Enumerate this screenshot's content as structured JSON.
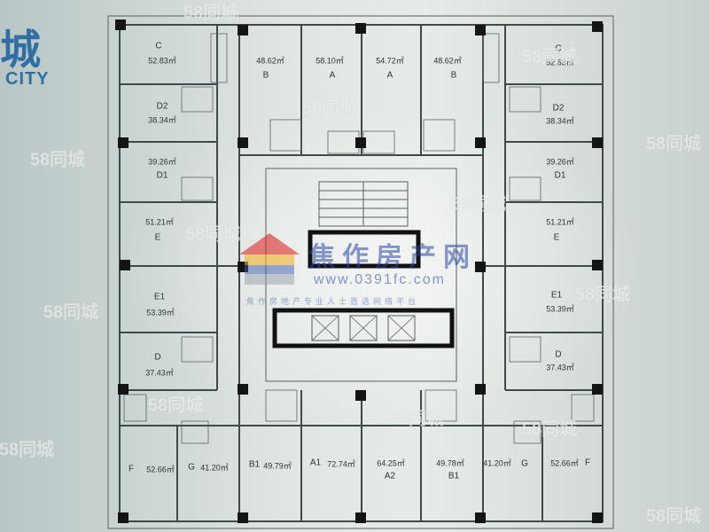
{
  "brand": {
    "char": "城",
    "city": "CITY"
  },
  "watermark": {
    "text": "58同城"
  },
  "logo": {
    "name": "焦作房产网",
    "site": "www.0391fc.com",
    "slogan": "焦作房地产专业人士首选网络平台"
  },
  "units": [
    {
      "name": "C",
      "area": "52.83㎡"
    },
    {
      "name": "B",
      "area": "48.62㎡"
    },
    {
      "name": "A",
      "area": "58.10㎡"
    },
    {
      "name": "A",
      "area": "54.72㎡"
    },
    {
      "name": "B",
      "area": "48.62㎡"
    },
    {
      "name": "C",
      "area": "52.83㎡"
    },
    {
      "name": "D2",
      "area": "38.34㎡"
    },
    {
      "name": "D2",
      "area": "38.34㎡"
    },
    {
      "name": "D1",
      "area": "39.26㎡"
    },
    {
      "name": "D1",
      "area": "39.26㎡"
    },
    {
      "name": "E",
      "area": "51.21㎡"
    },
    {
      "name": "E",
      "area": "51.21㎡"
    },
    {
      "name": "E1",
      "area": "53.39㎡"
    },
    {
      "name": "E1",
      "area": "53.39㎡"
    },
    {
      "name": "D",
      "area": "37.43㎡"
    },
    {
      "name": "D",
      "area": "37.43㎡"
    },
    {
      "name": "F",
      "area": "52.66㎡"
    },
    {
      "name": "G",
      "area": "41.20㎡"
    },
    {
      "name": "B1",
      "area": "49.79㎡"
    },
    {
      "name": "A1",
      "area": "72.74㎡"
    },
    {
      "name": "A2",
      "area": "64.25㎡"
    },
    {
      "name": "B1",
      "area": "49.78㎡"
    },
    {
      "name": "G",
      "area": "41.20㎡"
    },
    {
      "name": "F",
      "area": "52.66㎡"
    }
  ]
}
